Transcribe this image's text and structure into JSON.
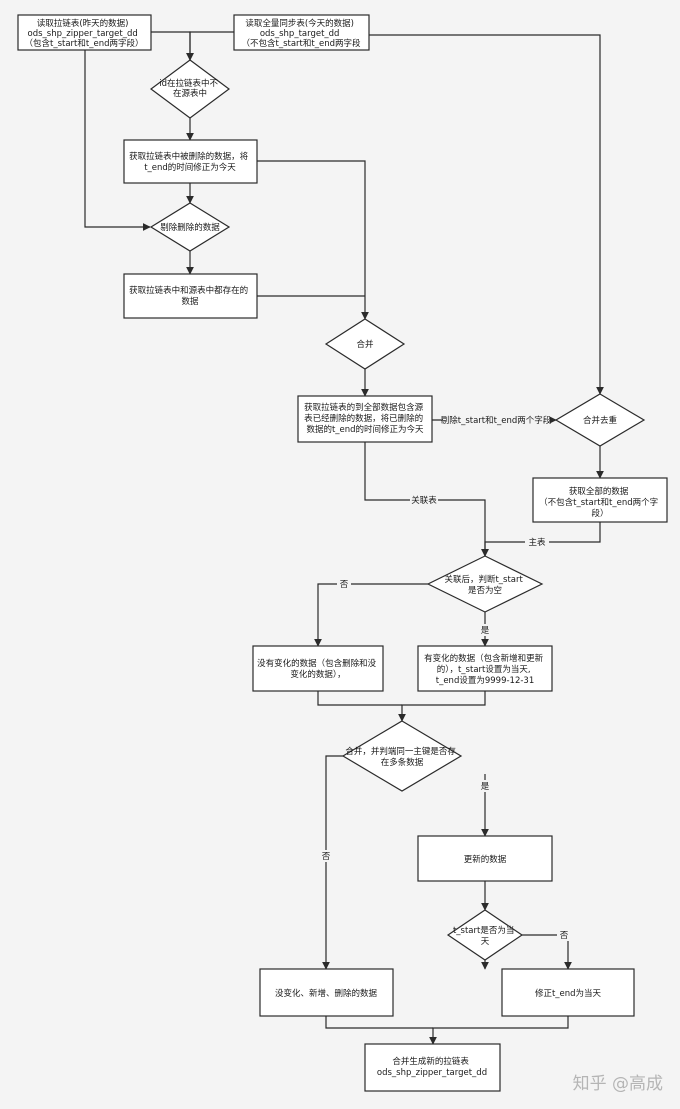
{
  "nodes": {
    "read_zipper": {
      "lines": [
        "读取拉链表(昨天的数据)",
        "ods_shp_zipper_target_dd",
        "（包含t_start和t_end两字段）"
      ]
    },
    "read_full": {
      "lines": [
        "读取全量同步表(今天的数据)",
        "ods_shp_target_dd",
        "（不包含t_start和t_end两字段"
      ]
    },
    "id_not_in_source": {
      "lines": [
        "id在拉链表中不",
        "在源表中"
      ]
    },
    "get_deleted": {
      "lines": [
        "获取拉链表中被删除的数据，将",
        "t_end的时间修正为今天"
      ]
    },
    "remove_deleted": {
      "lines": [
        "剔除删除的数据"
      ]
    },
    "get_both_exist": {
      "lines": [
        "获取拉链表中和源表中都存在的",
        "数据"
      ]
    },
    "merge1": {
      "lines": [
        "合并"
      ]
    },
    "get_all_zipper": {
      "lines": [
        "获取拉链表的到全部数据包含源",
        "表已经删除的数据，将已删除的",
        "数据的t_end的时间修正为今天"
      ]
    },
    "merge_dedup": {
      "lines": [
        "合并去重"
      ]
    },
    "get_all": {
      "lines": [
        "获取全部的数据",
        "（不包含t_start和t_end两个字",
        "段）"
      ]
    },
    "judge_t_start": {
      "lines": [
        "关联后，判断t_start",
        "是否为空"
      ]
    },
    "no_change": {
      "lines": [
        "没有变化的数据（包含删除和没",
        "变化的数据），"
      ]
    },
    "changed": {
      "lines": [
        "有变化的数据（包含新增和更新",
        "的），t_start设置为当天,",
        "t_end设置为9999-12-31"
      ]
    },
    "merge_judge_pk": {
      "lines": [
        "合并，并判端同一主键是否存",
        "在多条数据"
      ]
    },
    "updated": {
      "lines": [
        "更新的数据"
      ]
    },
    "t_start_today": {
      "lines": [
        "t_start是否为当",
        "天"
      ]
    },
    "unchanged_new_deleted": {
      "lines": [
        "没变化、新增、删除的数据"
      ]
    },
    "fix_t_end": {
      "lines": [
        "修正t_end为当天"
      ]
    },
    "final_merge": {
      "lines": [
        "合并生成新的拉链表",
        "ods_shp_zipper_target_dd"
      ]
    }
  },
  "edge_labels": {
    "remove_fields": "剔除t_start和t_end两个字段",
    "join_table": "关联表",
    "main_table": "主表",
    "no1": "否",
    "yes1": "是",
    "yes2": "是",
    "no2": "否",
    "no3": "否"
  },
  "watermark": "知乎 @高成"
}
